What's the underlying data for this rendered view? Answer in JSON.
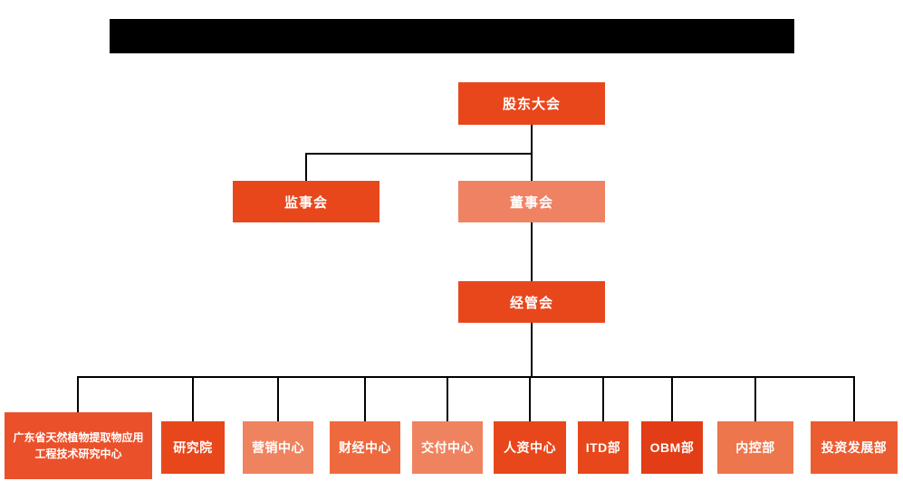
{
  "page": {
    "background": "#ffffff"
  },
  "header": {
    "redacted_bar_color": "#000000"
  },
  "org_chart": {
    "type": "organization-chart",
    "line_color": "#000000",
    "root": {
      "label": "股东大会",
      "color": "#e8471c"
    },
    "second_level": [
      {
        "label": "监事会",
        "color": "#e8471c"
      },
      {
        "label": "董事会",
        "color": "#ef8263"
      }
    ],
    "third_level": [
      {
        "label": "经管会",
        "color": "#e8471c"
      }
    ],
    "departments": [
      {
        "label": "广东省天然植物提取物应用工程技术研究中心",
        "color": "#ea512a"
      },
      {
        "label": "研究院",
        "color": "#e8471c"
      },
      {
        "label": "营销中心",
        "color": "#f0835f"
      },
      {
        "label": "财经中心",
        "color": "#ee693d"
      },
      {
        "label": "交付中心",
        "color": "#f0835f"
      },
      {
        "label": "人资中心",
        "color": "#e8471c"
      },
      {
        "label": "ITD部",
        "color": "#e8471c"
      },
      {
        "label": "OBM部",
        "color": "#e23d16"
      },
      {
        "label": "内控部",
        "color": "#ee764c"
      },
      {
        "label": "投资发展部",
        "color": "#ec5c31"
      }
    ]
  }
}
